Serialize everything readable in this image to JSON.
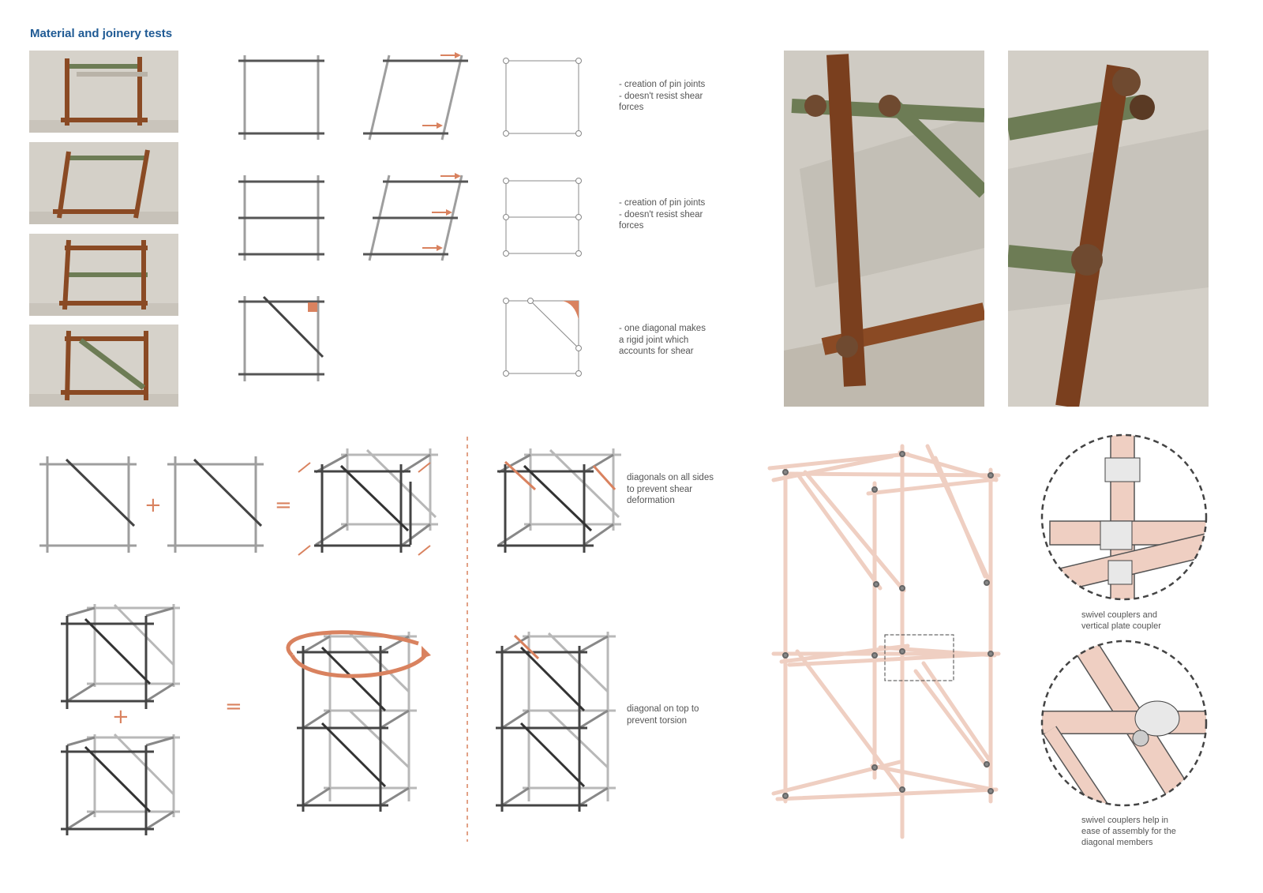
{
  "header": {
    "title": "Material and joinery tests"
  },
  "notes": {
    "row1": "- creation of pin joints\n- doesn't resist shear\nforces",
    "row2": "- creation of pin joints\n- doesn't resist shear\nforces",
    "row3": "- one diagonal makes\na rigid joint which\naccounts for shear",
    "all_sides": "diagonals on all sides\nto prevent shear\ndeformation",
    "top": "diagonal on top to\nprevent torsion"
  },
  "operators": {
    "plus": "+",
    "equals": "="
  },
  "captions": {
    "detail1": "swivel couplers and\nvertical plate coupler",
    "detail2": "swivel couplers help in\nease of assembly for the\ndiagonal members"
  },
  "colors": {
    "accent": "#d9825f",
    "title": "#1f5a94",
    "pipe_rust": "#8a4a24",
    "pipe_green": "#6d7c55",
    "wall": "#d8d5ce",
    "model_pipe": "#efcfc2",
    "dark_line": "#4a4a4a",
    "light_line": "#a8a8a8"
  }
}
